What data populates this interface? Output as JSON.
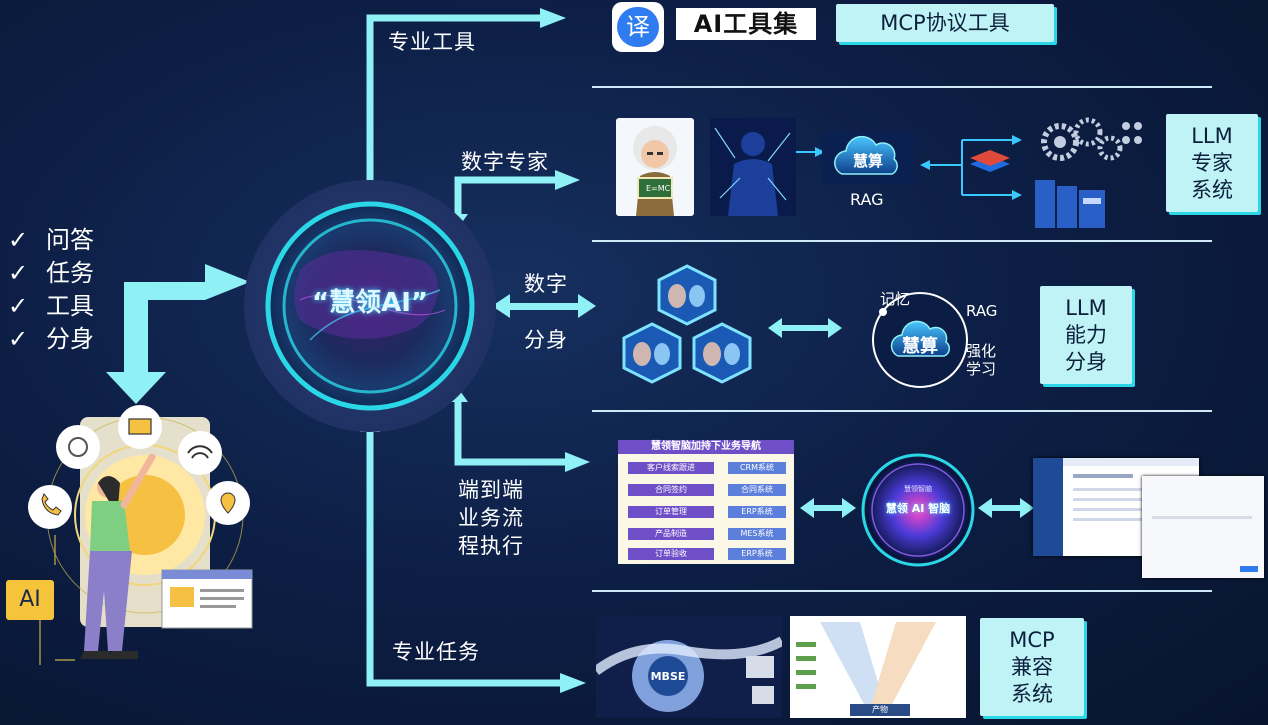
{
  "center_badge": {
    "title": "“慧领AI”"
  },
  "left_checklist": {
    "items": [
      "问答",
      "任务",
      "工具",
      "分身"
    ]
  },
  "left_icon": {
    "ai_badge": "AI"
  },
  "branches": {
    "pro_tools": {
      "label": "专业工具",
      "logo_glyph": "译",
      "logo_text": "AI工具集",
      "box": "MCP协议工具"
    },
    "digital_expert": {
      "label": "数字专家",
      "rag": "RAG",
      "cloud": "慧算",
      "formula": "E=MC²",
      "box": [
        "LLM",
        "专家",
        "系统"
      ]
    },
    "digital_avatar": {
      "label_top": "数字",
      "label_bottom": "分身",
      "memory": "记忆",
      "rag": "RAG",
      "rl": [
        "强化",
        "学习"
      ],
      "cloud": "慧算",
      "box": [
        "LLM",
        "能力",
        "分身"
      ]
    },
    "e2e": {
      "label": [
        "端到端",
        "业务流",
        "程执行"
      ],
      "nav_title": "慧领智脑加持下业务导航",
      "steps": [
        "客户线索跟进",
        "合同签约",
        "订单管理",
        "产品制造",
        "订单验收"
      ],
      "systems": [
        "CRM系统",
        "合同系统",
        "ERP系统",
        "MES系统",
        "ERP系统"
      ],
      "brain_text": "慧领 AI 智脑",
      "brain_sub": "慧领智脑"
    },
    "pro_tasks": {
      "label": "专业任务",
      "mbse": "MBSE",
      "v_label": "产物",
      "box": [
        "MCP",
        "兼容",
        "系统"
      ]
    }
  },
  "colors": {
    "accent": "#2bd6e6",
    "arrow": "#8ff0f5",
    "box_bg": "#bff3f6",
    "bg": "#0d1f46",
    "nav_purple": "#6f4fc7"
  }
}
